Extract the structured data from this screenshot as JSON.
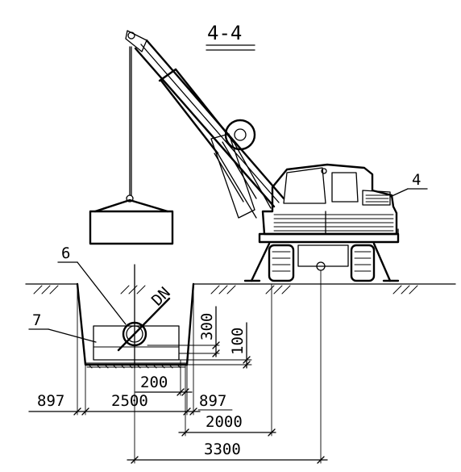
{
  "title": "4-4",
  "callouts": {
    "crane": "4",
    "pipe": "6",
    "trench": "7"
  },
  "pipe_label": "DN",
  "dimensions": {
    "left_slope": "897",
    "bottom_width": "2500",
    "right_slope": "897",
    "small_offset": "200",
    "crane_offset": "2000",
    "axis_offset": "3300",
    "height_300": "300",
    "height_100": "100"
  }
}
